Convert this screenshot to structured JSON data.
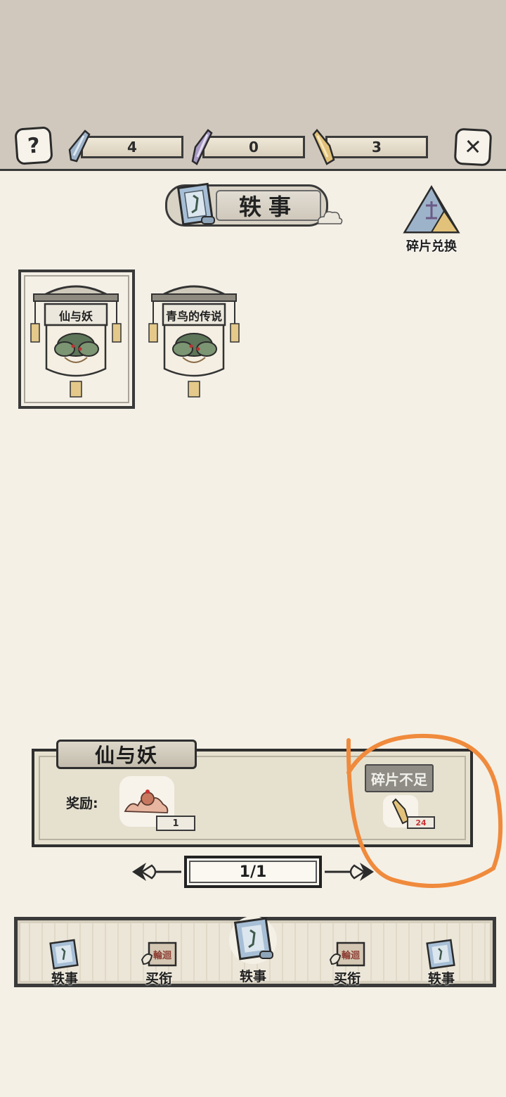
{
  "top_bar": {
    "help_icon": "question-mark-icon",
    "close_icon": "close-x-icon",
    "resources": [
      {
        "name": "blue-shard",
        "color": "#9db3c9",
        "value": "4"
      },
      {
        "name": "purple-shard",
        "color": "#a89ac4",
        "value": "0"
      },
      {
        "name": "gold-shard",
        "color": "#e2c27a",
        "value": "3"
      }
    ]
  },
  "header": {
    "title": "轶事",
    "exchange_label": "碎片兑换"
  },
  "stories": [
    {
      "label": "仙与妖",
      "selected": true
    },
    {
      "label": "青鸟的传说",
      "selected": false
    }
  ],
  "detail": {
    "name": "仙与妖",
    "reward_label": "奖励:",
    "reward_count": "1",
    "button_label": "碎片不足",
    "cost_count": "24"
  },
  "pager": {
    "page_text": "1/1"
  },
  "bottom_nav": {
    "items": [
      {
        "label": "轶事",
        "icon": "scroll-icon"
      },
      {
        "label": "买衔",
        "icon": "reincarnation-seal-icon"
      },
      {
        "label": "轶事",
        "icon": "scroll-icon",
        "active": true
      },
      {
        "label": "买衔",
        "icon": "reincarnation-seal-icon"
      },
      {
        "label": "轶事",
        "icon": "scroll-icon"
      }
    ],
    "seal_text": "輪迴"
  },
  "colors": {
    "background": "#f4f0e6",
    "top_band": "#d0c8bd",
    "annotation": "#f08a3c"
  }
}
